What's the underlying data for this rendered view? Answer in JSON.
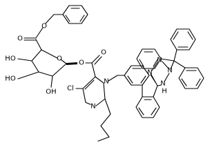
{
  "atom_labels": {
    "ester_o_top": "O",
    "ester_o_carbonyl": "O",
    "ho_1": "HO",
    "ho_2": "HO",
    "oh_3": "OH",
    "ring_o": "O",
    "glycoside_o": "O",
    "imidazole_ester_o": "O",
    "chloro": "Cl",
    "imidazole_n_top": "N",
    "imidazole_n_bottom": "N",
    "tetrazole_n_1": "N",
    "tetrazole_n_2": "N",
    "tetrazole_n_3": "N",
    "tetrazole_n_4": "N",
    "tetrazole_h": "H"
  }
}
